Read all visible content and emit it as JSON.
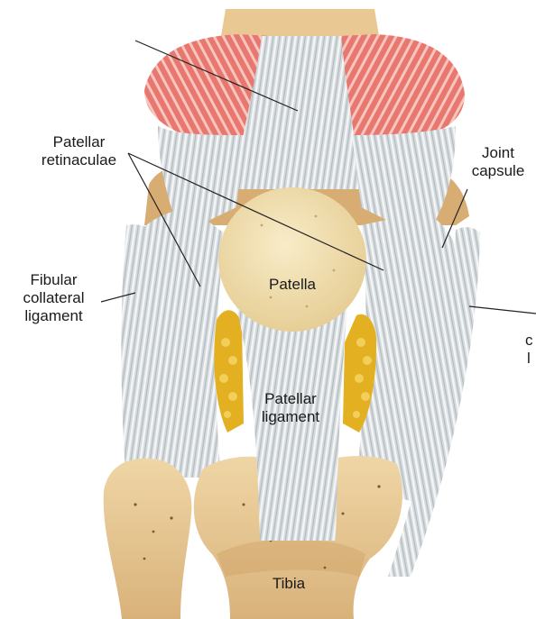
{
  "labels": {
    "patellar_retinaculae": "Patellar\nretinaculae",
    "joint_capsule": "Joint\ncapsule",
    "fibular_collateral_ligament": "Fibular\ncollateral\nligament",
    "patella": "Patella",
    "patellar_ligament": "Patellar\nligament",
    "tibia": "Tibia",
    "cut_right_line1": "c",
    "cut_right_line2": "l"
  },
  "colors": {
    "muscle": "#e8786f",
    "muscle_stripe": "#f6c2bb",
    "bone": "#e8c893",
    "bone_shade": "#c99a5d",
    "ligament": "#d9dde0",
    "ligament_stripe": "#f4f6f7",
    "patella": "#f1dfae",
    "fat": "#e2b020",
    "leader_line": "#222222"
  }
}
